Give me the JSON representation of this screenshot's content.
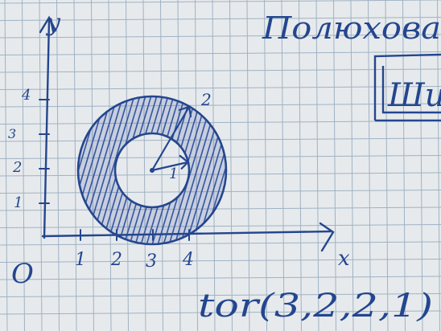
{
  "colors": {
    "paper": "#e7eaec",
    "grid": "#9fb2c4",
    "ink": "#24468f",
    "hatch_ink": "#35559e"
  },
  "axes": {
    "y_label": "y",
    "x_label": "x",
    "origin_label": "O",
    "x_ticks": [
      "1",
      "2",
      "3",
      "4"
    ],
    "y_ticks": [
      "1",
      "2",
      "3",
      "4"
    ]
  },
  "figure": {
    "center": [
      3,
      2
    ],
    "outer_radius": 2,
    "inner_radius": 1,
    "outer_radius_label": "2",
    "inner_radius_label": "1",
    "hatched_region": "ring between inner and outer circle"
  },
  "caption": "tor(3,2,2,1)",
  "author_text": "Полюхова",
  "boxed_text": "Ши"
}
